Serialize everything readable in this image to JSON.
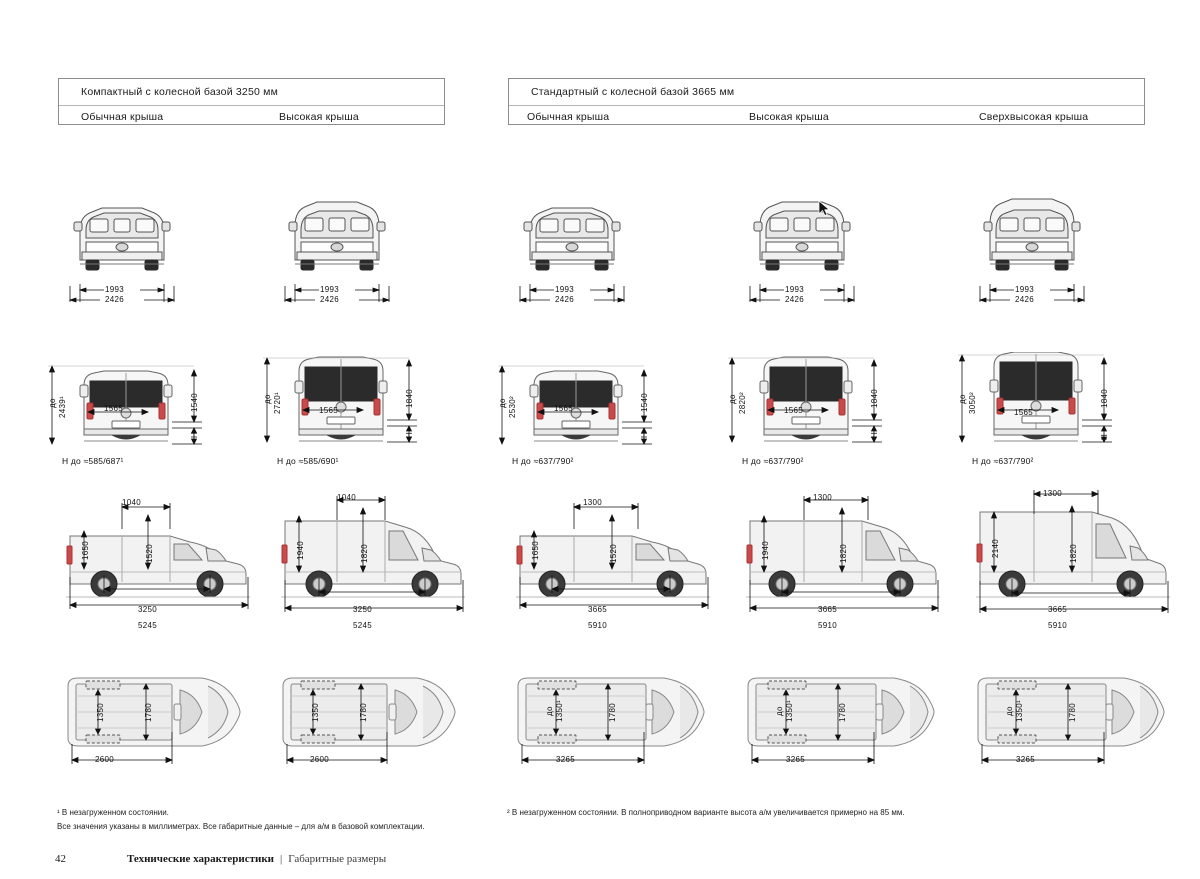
{
  "groups": [
    {
      "title": "Компактный с колесной базой 3250 мм",
      "roofs": [
        "Обычная крыша",
        "Высокая крыша"
      ]
    },
    {
      "title": "Стандартный с колесной базой 3665 мм",
      "roofs": [
        "Обычная крыша",
        "Высокая крыша",
        "Сверхвысокая крыша"
      ]
    }
  ],
  "columns": [
    {
      "id": "compact-normal-roof",
      "front": {
        "track": "1993",
        "mirrors": "2426"
      },
      "rear": {
        "overall_height_prefix": "до",
        "overall_height": "2439¹",
        "body_height": "1540",
        "track_rear": "1565",
        "step_label": "H",
        "caption": "H до ≈585/687¹"
      },
      "side": {
        "door_width": "1040",
        "cargo_height_rear": "1650",
        "cargo_height_mid": "1520",
        "wheelbase": "3250",
        "length": "5245"
      },
      "top": {
        "between_arches_prefix": "",
        "between_arches": "1350",
        "cargo_width": "1780",
        "cargo_length": "2600"
      }
    },
    {
      "id": "compact-high-roof",
      "front": {
        "track": "1993",
        "mirrors": "2426"
      },
      "rear": {
        "overall_height_prefix": "до",
        "overall_height": "2720¹",
        "body_height": "1840",
        "track_rear": "1565",
        "step_label": "H",
        "caption": "H до ≈585/690¹"
      },
      "side": {
        "door_width": "1040",
        "cargo_height_rear": "1940",
        "cargo_height_mid": "1820",
        "wheelbase": "3250",
        "length": "5245"
      },
      "top": {
        "between_arches_prefix": "",
        "between_arches": "1350",
        "cargo_width": "1780",
        "cargo_length": "2600"
      }
    },
    {
      "id": "standard-normal-roof",
      "front": {
        "track": "1993",
        "mirrors": "2426"
      },
      "rear": {
        "overall_height_prefix": "до",
        "overall_height": "2530²",
        "body_height": "1540",
        "track_rear": "1565",
        "step_label": "H",
        "caption": "H до ≈637/790²"
      },
      "side": {
        "door_width": "1300",
        "cargo_height_rear": "1650",
        "cargo_height_mid": "1520",
        "wheelbase": "3665",
        "length": "5910"
      },
      "top": {
        "between_arches_prefix": "до",
        "between_arches": "1350¹",
        "cargo_width": "1780",
        "cargo_length": "3265"
      }
    },
    {
      "id": "standard-high-roof",
      "front": {
        "track": "1993",
        "mirrors": "2426"
      },
      "rear": {
        "overall_height_prefix": "до",
        "overall_height": "2820²",
        "body_height": "1840",
        "track_rear": "1565",
        "step_label": "H",
        "caption": "H до ≈637/790²"
      },
      "side": {
        "door_width": "1300",
        "cargo_height_rear": "1940",
        "cargo_height_mid": "1820",
        "wheelbase": "3665",
        "length": "5910"
      },
      "top": {
        "between_arches_prefix": "до",
        "between_arches": "1350¹",
        "cargo_width": "1780",
        "cargo_length": "3265"
      }
    },
    {
      "id": "standard-superhigh-roof",
      "front": {
        "track": "1993",
        "mirrors": "2426"
      },
      "rear": {
        "overall_height_prefix": "до",
        "overall_height": "3050²",
        "body_height": "1840",
        "track_rear": "1565",
        "step_label": "H",
        "caption": "H до ≈637/790²"
      },
      "side": {
        "door_width": "1300",
        "cargo_height_rear": "2140",
        "cargo_height_mid": "1820",
        "wheelbase": "3665",
        "length": "5910"
      },
      "top": {
        "between_arches_prefix": "до",
        "between_arches": "1350¹",
        "cargo_width": "1780",
        "cargo_length": "3265"
      }
    }
  ],
  "footnotes": {
    "left_1": "¹ В незагруженном состоянии.",
    "left_2": "Все значения указаны в миллиметрах. Все габаритные данные – для а/м в базовой комплектации.",
    "right_1": "² В незагруженном состоянии. В полноприводном варианте высота а/м увеличивается примерно на 85 мм."
  },
  "footer": {
    "page_number": "42",
    "section": "Технические характеристики",
    "separator": "|",
    "subsection": "Габаритные размеры"
  }
}
